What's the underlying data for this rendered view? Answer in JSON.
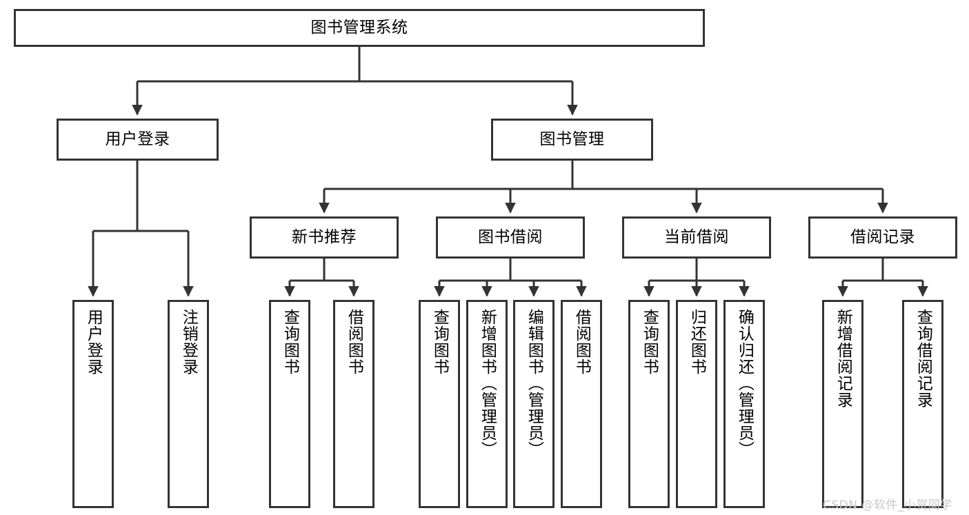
{
  "diagram": {
    "title": "图书管理系统",
    "type": "tree-hierarchy",
    "background_color": "#ffffff",
    "border_color": "#333333",
    "text_color": "#000000",
    "watermark_color": "#c9c9c9"
  },
  "watermark": {
    "text": "CSDN @软件_小贺同学"
  },
  "nodes": {
    "root": {
      "label": "图书管理系统"
    },
    "level2": [
      {
        "id": "user-login",
        "label": "用户登录"
      },
      {
        "id": "book-manage",
        "label": "图书管理"
      }
    ],
    "level3": [
      {
        "id": "new-book-recommend",
        "label": "新书推荐"
      },
      {
        "id": "book-borrow",
        "label": "图书借阅"
      },
      {
        "id": "current-borrow",
        "label": "当前借阅"
      },
      {
        "id": "borrow-record",
        "label": "借阅记录"
      }
    ],
    "leaves": [
      {
        "id": "leaf-user-login",
        "label": "用户登录",
        "parent": "用户登录"
      },
      {
        "id": "leaf-user-logout",
        "label": "注销登录",
        "parent": "用户登录"
      },
      {
        "id": "leaf-query-book-1",
        "label": "查询图书",
        "parent": "新书推荐"
      },
      {
        "id": "leaf-borrow-book-1",
        "label": "借阅图书",
        "parent": "新书推荐"
      },
      {
        "id": "leaf-query-book-2",
        "label": "查询图书",
        "parent": "图书借阅"
      },
      {
        "id": "leaf-add-book",
        "label": "新增图书（管理员）",
        "parent": "图书借阅"
      },
      {
        "id": "leaf-edit-book",
        "label": "编辑图书（管理员）",
        "parent": "图书借阅"
      },
      {
        "id": "leaf-borrow-book-2",
        "label": "借阅图书",
        "parent": "图书借阅"
      },
      {
        "id": "leaf-query-book-3",
        "label": "查询图书",
        "parent": "当前借阅"
      },
      {
        "id": "leaf-return-book",
        "label": "归还图书",
        "parent": "当前借阅"
      },
      {
        "id": "leaf-confirm-return",
        "label": "确认归还（管理员）",
        "parent": "当前借阅"
      },
      {
        "id": "leaf-add-record",
        "label": "新增借阅记录",
        "parent": "借阅记录"
      },
      {
        "id": "leaf-query-record",
        "label": "查询借阅记录",
        "parent": "借阅记录"
      }
    ]
  }
}
